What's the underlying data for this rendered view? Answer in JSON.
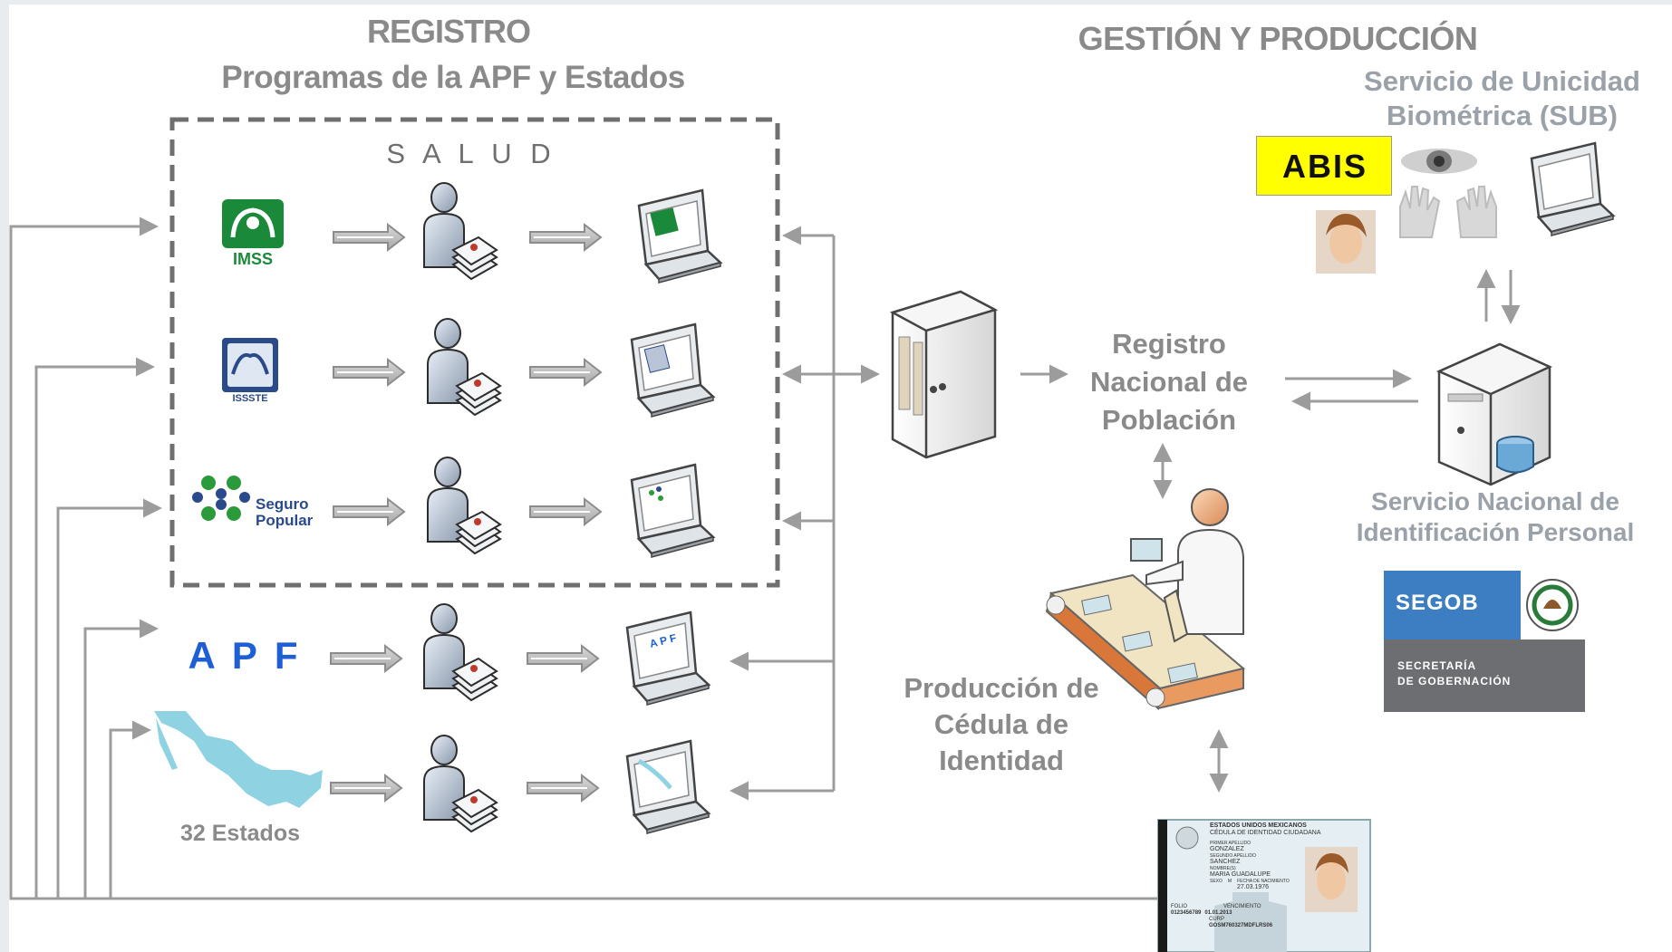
{
  "registro": {
    "title": "REGISTRO",
    "subtitle": "Programas de la APF y Estados",
    "salud_label": "S A L U D",
    "imss_logo": "IMSS",
    "issste_logo": "ISSSTE",
    "seguro_popular_logo": [
      "Seguro",
      "Popular"
    ],
    "apf_label": "A P F",
    "estados_label": "32 Estados"
  },
  "gestion": {
    "title": "GESTIÓN Y PRODUCCIÓN",
    "sub_title_line1": "Servicio de Unicidad",
    "sub_title_line2": "Biométrica (SUB)",
    "abis_label": "ABIS",
    "renapo_line1": "Registro",
    "renapo_line2": "Nacional de",
    "renapo_line3": "Población",
    "snip_line1": "Servicio Nacional de",
    "snip_line2": "Identificación Personal",
    "produccion_line1": "Producción de",
    "produccion_line2": "Cédula de",
    "produccion_line3": "Identidad"
  },
  "segob": {
    "name": "SEGOB",
    "line1": "SECRETARÍA",
    "line2": "DE GOBERNACIÓN"
  },
  "id_card": {
    "header1": "ESTADOS UNIDOS MEXICANOS",
    "header2": "CÉDULA DE IDENTIDAD CIUDADANA",
    "primer_apellido_label": "PRIMER APELLIDO",
    "primer_apellido": "GONZALEZ",
    "segundo_apellido_label": "SEGUNDO APELLIDO",
    "segundo_apellido": "SANCHEZ",
    "nombre_label": "NOMBRE(S)",
    "nombre": "MARIA GUADALUPE",
    "sexo_label": "SEXO",
    "sexo": "M",
    "fecha_nac_label": "FECHA DE NACIMIENTO",
    "fecha_nac": "27.03.1976",
    "folio_label": "FOLIO",
    "folio": "0123456789",
    "vencimiento_label": "VENCIMIENTO",
    "vencimiento": "01.01.2013",
    "curp_label": "CURP",
    "curp": "GOSM760327MDFLRS06"
  },
  "colors": {
    "arrow_gray": "#9c9c9c",
    "abis_yellow": "#ffff00",
    "apf_blue": "#1f5fd6",
    "imss_green": "#1a8a3a",
    "issste_blue": "#2b4a8a",
    "mexico_cyan": "#8fd3e3",
    "segob_blue": "#3c7ec1",
    "segob_gray": "#6d6e71",
    "conveyor_orange": "#d9773a"
  },
  "icons": [
    "imss-logo",
    "issste-logo",
    "seguro-popular-logo",
    "person-documents-icon",
    "laptop-icon",
    "server-icon",
    "database-server-icon",
    "eye-icon",
    "hand-icon",
    "face-photo-icon",
    "worker-icon",
    "conveyor-icon",
    "mexico-map-icon",
    "mexico-seal-icon",
    "id-card-icon"
  ]
}
